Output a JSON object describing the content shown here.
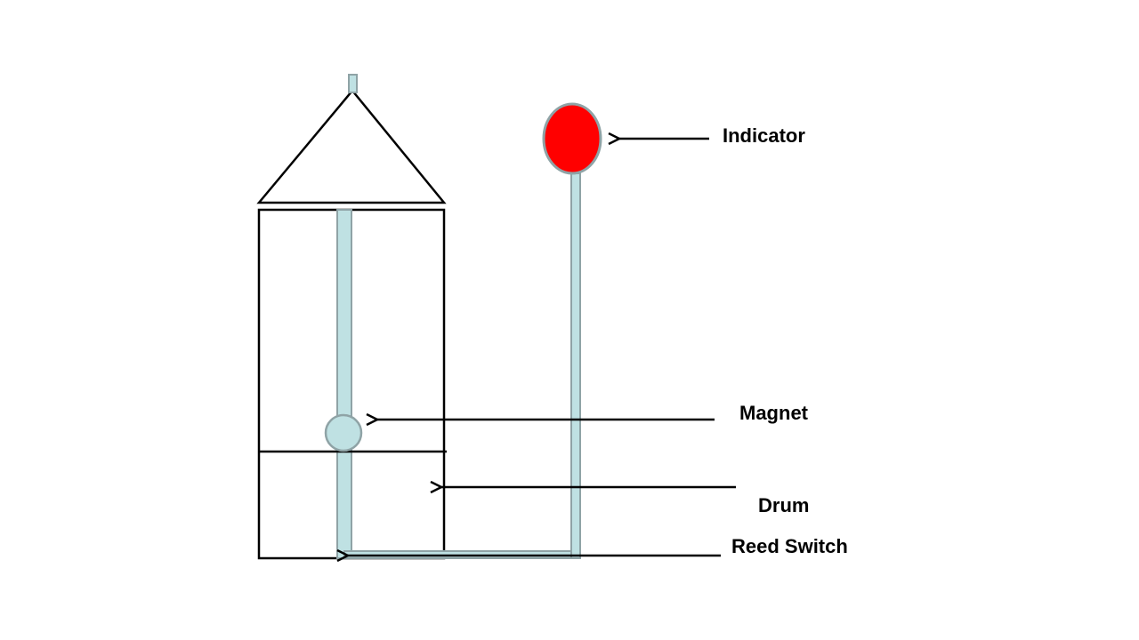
{
  "labels": {
    "indicator": "Indicator",
    "magnet": "Magnet",
    "drum": "Drum",
    "reed_switch": "Reed Switch"
  },
  "colors": {
    "indicator_fill": "#ff0000",
    "tube_fill": "#bfe1e3",
    "tube_stroke": "#8fa3a6",
    "line": "#000000"
  }
}
